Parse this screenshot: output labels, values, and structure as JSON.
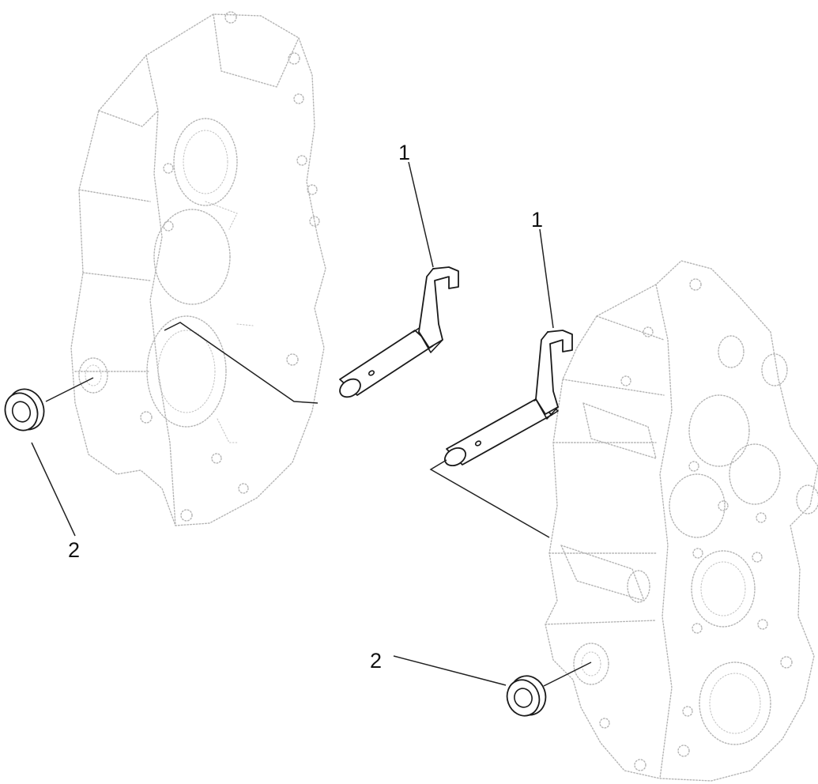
{
  "callouts": {
    "shift_fork_upper": "1",
    "shift_fork_lower": "1",
    "seal_left": "2",
    "seal_right": "2"
  },
  "colors": {
    "background": "#ffffff",
    "part_stroke": "#1a1a1a",
    "housing_ghost": "#b4b4b4"
  }
}
